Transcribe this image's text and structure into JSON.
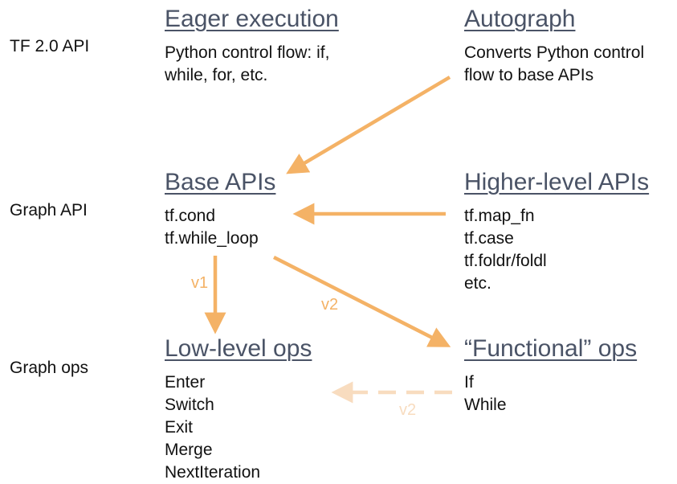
{
  "rows": [
    {
      "label": "TF 2.0 API"
    },
    {
      "label": "Graph API"
    },
    {
      "label": "Graph ops"
    }
  ],
  "nodes": {
    "eager": {
      "title": "Eager execution",
      "lines": [
        "Python control flow: if,",
        "while, for, etc."
      ]
    },
    "autograph": {
      "title": "Autograph",
      "lines": [
        "Converts Python control",
        "flow to base APIs"
      ]
    },
    "base": {
      "title": "Base APIs",
      "lines": [
        "tf.cond",
        "tf.while_loop"
      ]
    },
    "higher": {
      "title": "Higher-level APIs",
      "lines": [
        "tf.map_fn",
        "tf.case",
        "tf.foldr/foldl",
        "etc."
      ]
    },
    "lowlevel": {
      "title": "Low-level ops",
      "lines": [
        "Enter",
        "Switch",
        "Exit",
        "Merge",
        "NextIteration"
      ]
    },
    "functional": {
      "title": "“Functional” ops",
      "lines": [
        "If",
        "While"
      ]
    }
  },
  "edges": [
    {
      "from": "autograph",
      "to": "base",
      "label": "",
      "style": "solid"
    },
    {
      "from": "higher",
      "to": "base",
      "label": "",
      "style": "solid"
    },
    {
      "from": "base",
      "to": "lowlevel",
      "label": "v1",
      "style": "solid"
    },
    {
      "from": "base",
      "to": "functional",
      "label": "v2",
      "style": "solid"
    },
    {
      "from": "functional",
      "to": "lowlevel",
      "label": "v2",
      "style": "dashed"
    }
  ],
  "colors": {
    "arrow": "#f4b266",
    "arrow_faded": "#f8dcbf",
    "heading": "#4a5366",
    "text": "#111111"
  }
}
